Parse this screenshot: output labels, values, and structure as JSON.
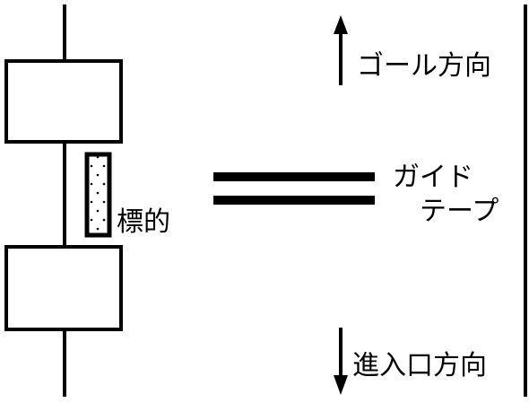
{
  "labels": {
    "goal_direction": "ゴール方向",
    "entrance_direction": "進入口方向",
    "target": "標的",
    "guide_tape_line1": "ガイド",
    "guide_tape_line2": "テープ"
  },
  "colors": {
    "line": "#000000",
    "background": "#ffffff"
  },
  "icons": {
    "up": "arrow-up-icon",
    "down": "arrow-down-icon"
  }
}
